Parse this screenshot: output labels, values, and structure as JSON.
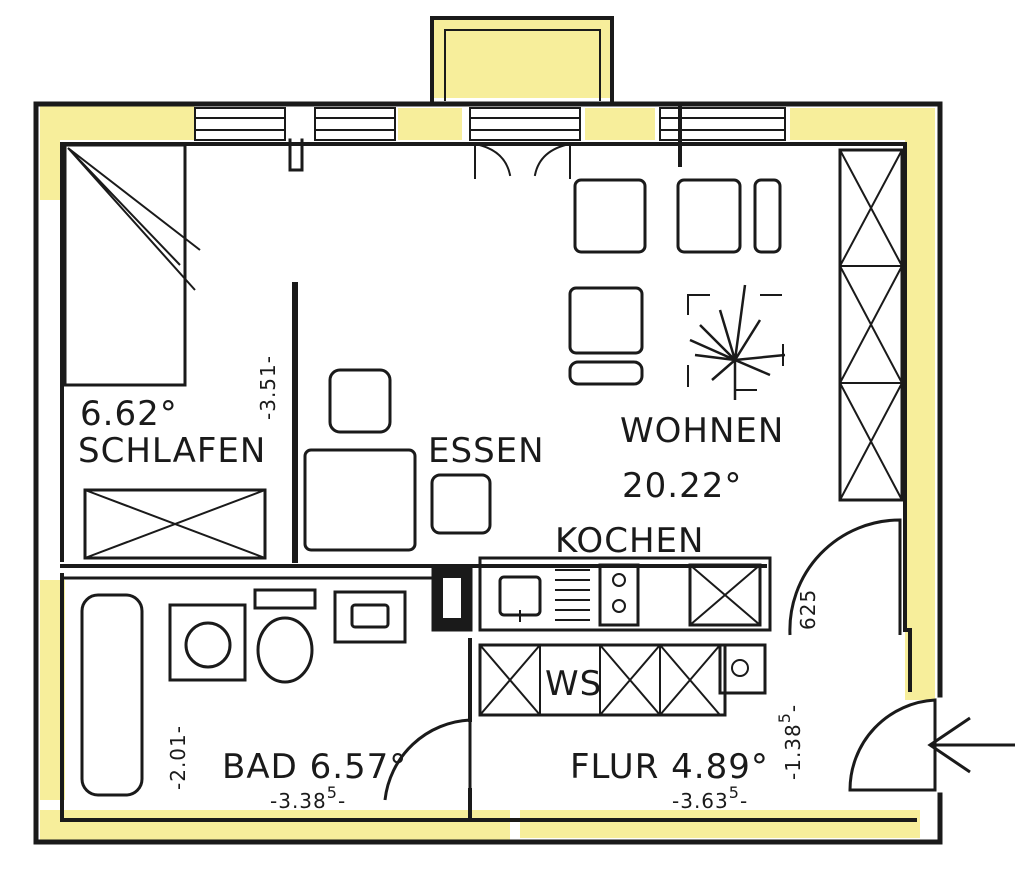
{
  "floor_plan": {
    "colors": {
      "paper": "#ffffff",
      "ink": "#1a1a1a",
      "highlight": "#f7ee9b"
    },
    "rooms": {
      "schlafen": {
        "name": "SCHLAFEN",
        "area": "6.62",
        "unit": "°",
        "dimension": "-3.51-"
      },
      "essen": {
        "name": "ESSEN"
      },
      "wohnen": {
        "name": "WOHNEN",
        "area": "20.22",
        "unit": "°"
      },
      "kochen": {
        "name": "KOCHEN",
        "closet_tag": "WS"
      },
      "bad": {
        "name": "BAD",
        "area": "6.57",
        "unit": "°",
        "dim_height": "-2.01-",
        "dim_width": "-3.38",
        "dim_width_sup": "5",
        "dim_width_end": "-"
      },
      "flur": {
        "name": "FLUR",
        "area": "4.89",
        "unit": "°",
        "dim_height": "-1.38",
        "dim_height_sup": "5",
        "dim_height_end": "-",
        "dim_width": "-3.63",
        "dim_width_sup": "5",
        "dim_width_end": "-"
      },
      "door": {
        "width_label": "625"
      }
    },
    "entrance": {
      "icon": "arrow-left-icon"
    }
  }
}
